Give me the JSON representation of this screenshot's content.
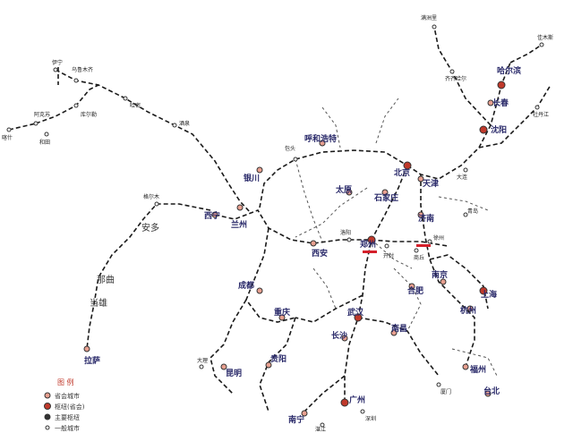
{
  "map": {
    "cities": {
      "yining": "伊宁",
      "urumqi": "乌鲁木齐",
      "korla": "库尔勒",
      "kashgar": "喀什",
      "aksu": "阿克苏",
      "hotan": "和田",
      "lhasa": "拉萨",
      "golmud": "格尔木",
      "xining": "西宁",
      "lanzhou": "兰州",
      "yinchuan": "银川",
      "hohhot": "呼和浩特",
      "baotou": "包头",
      "beijing": "北京",
      "tianjin": "天津",
      "shijiazhuang": "石家庄",
      "taiyuan": "太原",
      "jinan": "济南",
      "zhengzhou": "郑州",
      "xian": "西安",
      "chengdu": "成都",
      "chongqing": "重庆",
      "wuhan": "武汉",
      "changsha": "长沙",
      "nanchang": "南昌",
      "hefei": "合肥",
      "nanjing": "南京",
      "shanghai": "上海",
      "hangzhou": "杭州",
      "fuzhou": "福州",
      "guangzhou": "广州",
      "nanning": "南宁",
      "guiyang": "贵阳",
      "kunming": "昆明",
      "harbin": "哈尔滨",
      "changchun": "长春",
      "shenyang": "沈阳",
      "dalian": "大连",
      "qingdao": "青岛",
      "xuzhou": "徐州",
      "shangqiu": "商丘",
      "kaifeng": "开封",
      "luoyang": "洛阳",
      "taipei": "台北",
      "hami": "哈密",
      "jiuquan": "酒泉",
      "qiqihar": "齐齐哈尔",
      "manzhouli": "满洲里",
      "mudanjiang": "牡丹江",
      "jiamusi": "佳木斯",
      "xiamen": "厦门",
      "shenzhen": "深圳",
      "zhanjiang": "湛江",
      "dali": "大理",
      "xuzhou2": "徐州"
    },
    "region_labels": {
      "anduo": "安多",
      "naqu": "那曲",
      "dangxiong": "当雄"
    },
    "legend": {
      "title": "图 例",
      "items": [
        "省会城市",
        "枢纽(省会)",
        "主要枢纽",
        "一般城市"
      ]
    }
  }
}
